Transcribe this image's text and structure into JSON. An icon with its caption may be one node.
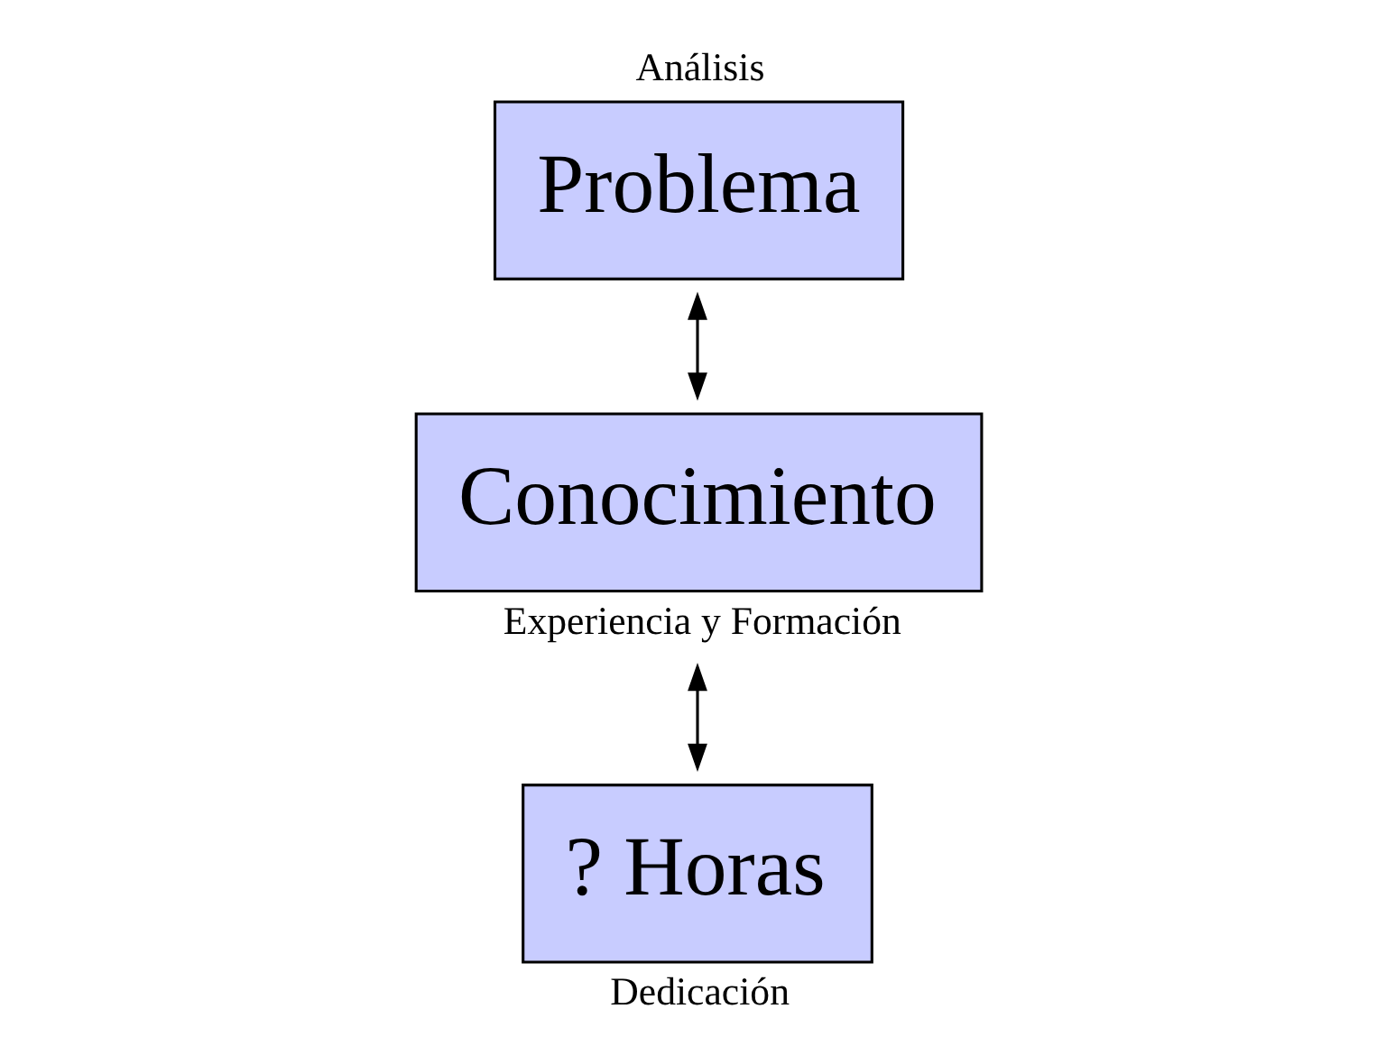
{
  "diagram": {
    "nodes": [
      {
        "text": [
          "Problema"
        ],
        "beside": [
          "Análisis"
        ]
      },
      {
        "text": [
          "Conocimiento"
        ],
        "beside": [
          "Experiencia y Formación"
        ]
      },
      {
        "text": [
          "? Horas"
        ],
        "beside": [
          "Dedicación"
        ]
      }
    ],
    "edges": [
      {
        "from": 0,
        "to": 1,
        "arrow": "both"
      },
      {
        "from": 1,
        "to": 2,
        "arrow": "both"
      }
    ]
  }
}
